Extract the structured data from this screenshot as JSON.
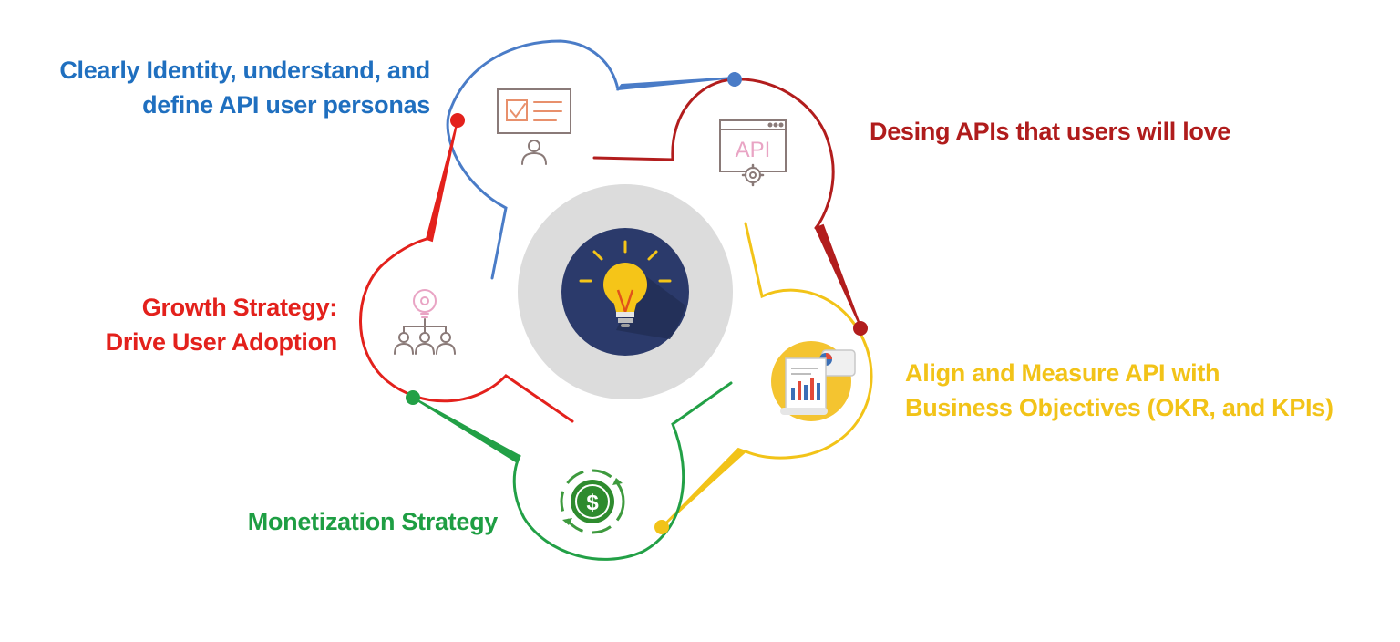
{
  "center": {
    "icon": "lightbulb-icon",
    "ring_color": "#d9d9d9",
    "disc_color": "#2b3a6b"
  },
  "steps": [
    {
      "key": "personas",
      "lines": [
        "Clearly Identity, understand, and",
        "define API user personas"
      ],
      "color": "#1f6fbf",
      "icon": "persona-presentation-icon"
    },
    {
      "key": "design",
      "lines": [
        "Desing APIs that users will love"
      ],
      "color": "#b01c1c",
      "icon": "api-window-gear-icon"
    },
    {
      "key": "align",
      "lines": [
        "Align and Measure API with",
        "Business Objectives (OKR, and KPIs)"
      ],
      "color": "#f2c318",
      "icon": "report-chart-document-icon"
    },
    {
      "key": "monetize",
      "lines": [
        "Monetization Strategy"
      ],
      "color": "#1e9e43",
      "icon": "dollar-cycle-icon"
    },
    {
      "key": "growth",
      "lines": [
        "Growth Strategy:",
        "Drive User Adoption"
      ],
      "color": "#e3211c",
      "icon": "idea-team-icon"
    }
  ]
}
